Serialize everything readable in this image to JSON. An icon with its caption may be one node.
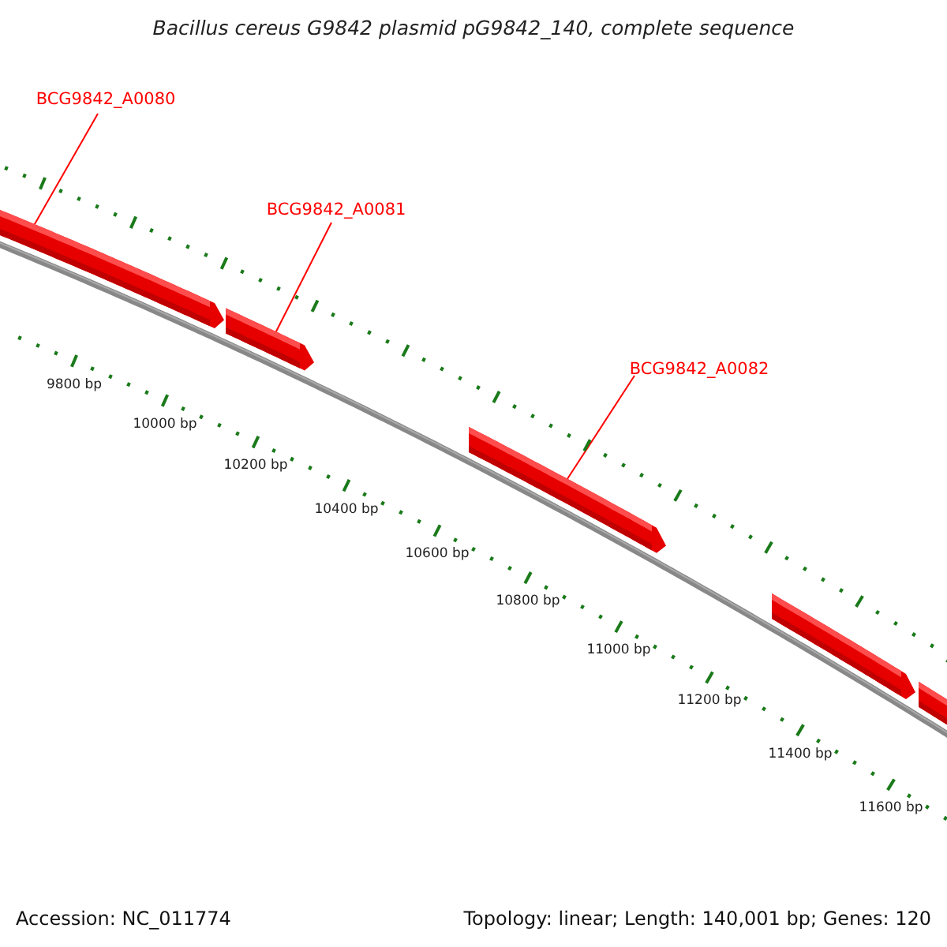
{
  "diagram": {
    "title": "Bacillus cereus G9842 plasmid pG9842_140, complete sequence",
    "nodes": [
      {
        "text": [
          "BCG9842_A0080"
        ]
      },
      {
        "text": [
          "BCG9842_A0081"
        ]
      },
      {
        "text": [
          "BCG9842_A0082"
        ]
      },
      {
        "text": [],
        "shape": "bar"
      },
      {
        "text": [],
        "shape": "bar"
      },
      {
        "text": [],
        "shape": "bar"
      },
      {
        "text": [],
        "shape": "bar"
      },
      {
        "text": [],
        "shape": "bar"
      }
    ],
    "edges": [
      {
        "from": 0,
        "to": 3,
        "arrow": "none"
      },
      {
        "from": 1,
        "to": 4,
        "arrow": "none"
      },
      {
        "from": 2,
        "to": 5,
        "arrow": "none"
      }
    ],
    "labels": [
      "9800 bp",
      "10000 bp",
      "10200 bp",
      "10400 bp",
      "10600 bp",
      "10800 bp",
      "11000 bp",
      "11200 bp",
      "11400 bp",
      "11600 bp",
      "Accession: NC_011774",
      "Topology: linear; Length: 140,001 bp; Genes: 120"
    ]
  }
}
